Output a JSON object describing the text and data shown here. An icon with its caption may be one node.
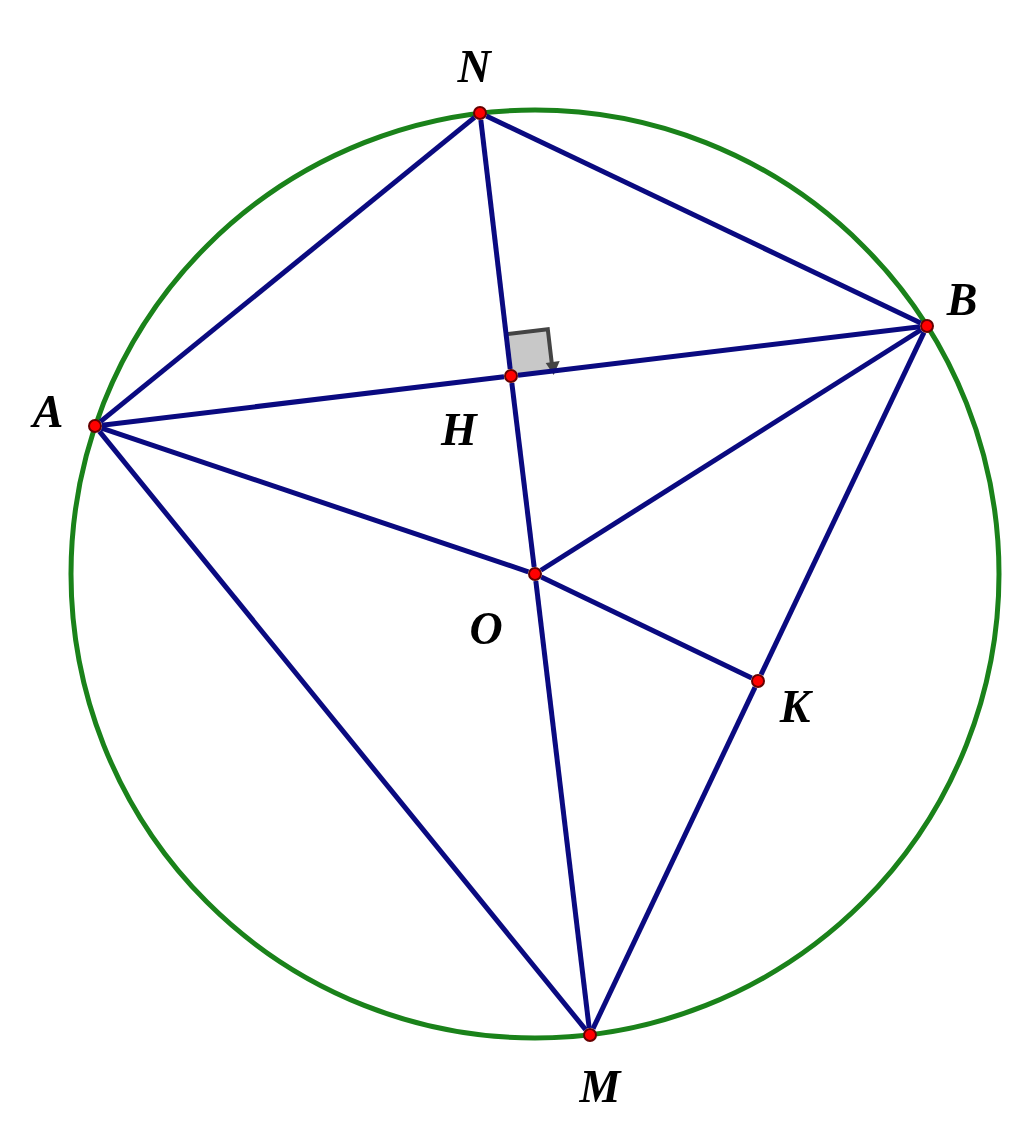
{
  "diagram": {
    "nodes": [
      {
        "text": [
          "N"
        ]
      },
      {
        "text": [
          "B"
        ]
      },
      {
        "text": [
          "A"
        ]
      },
      {
        "text": [
          "H"
        ]
      },
      {
        "text": [
          "O"
        ]
      },
      {
        "text": [
          "K"
        ]
      },
      {
        "text": [
          "M"
        ]
      }
    ],
    "edges": [
      {
        "from": 2,
        "to": 0,
        "arrow": "none"
      },
      {
        "from": 0,
        "to": 1,
        "arrow": "none"
      },
      {
        "from": 0,
        "to": 3,
        "arrow": "none"
      },
      {
        "from": 3,
        "to": 4,
        "arrow": "none"
      },
      {
        "from": 4,
        "to": 6,
        "arrow": "none"
      },
      {
        "from": 2,
        "to": 3,
        "arrow": "none"
      },
      {
        "from": 3,
        "to": 1,
        "arrow": "none"
      },
      {
        "from": 2,
        "to": 4,
        "arrow": "none"
      },
      {
        "from": 4,
        "to": 1,
        "arrow": "none"
      },
      {
        "from": 4,
        "to": 5,
        "arrow": "none"
      },
      {
        "from": 1,
        "to": 5,
        "arrow": "none"
      },
      {
        "from": 5,
        "to": 6,
        "arrow": "none"
      },
      {
        "from": 2,
        "to": 6,
        "arrow": "none"
      }
    ]
  }
}
